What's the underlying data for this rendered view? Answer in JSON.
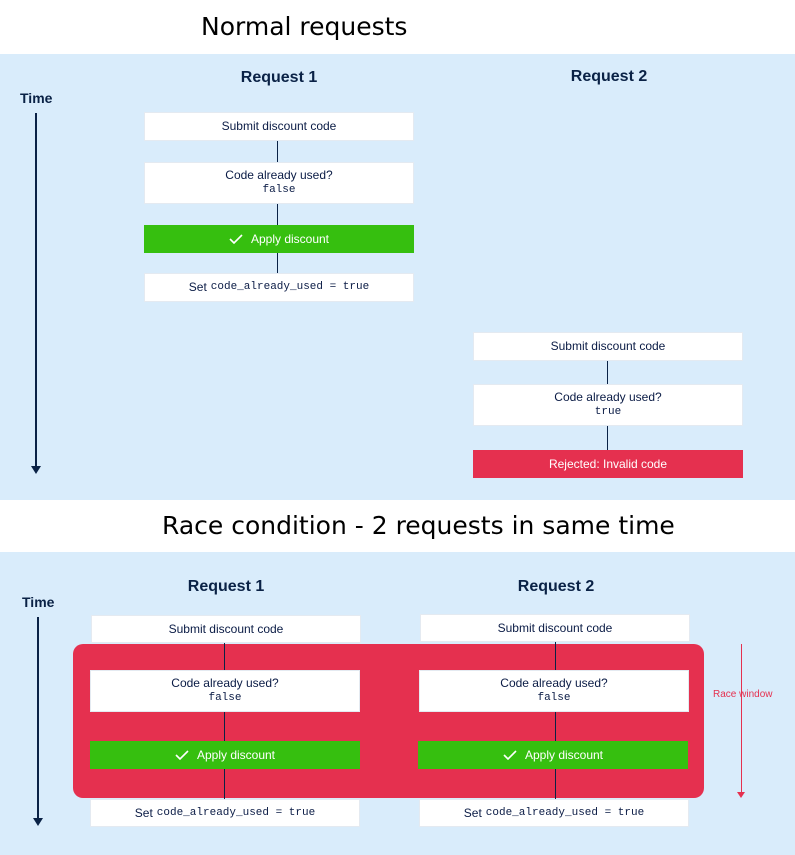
{
  "colors": {
    "panel": "#d9ecfb",
    "navy": "#0a2246",
    "green": "#36bf0f",
    "red": "#e5304f"
  },
  "normal": {
    "title": "Normal requests",
    "time_label": "Time",
    "request1": {
      "header": "Request 1",
      "submit": "Submit discount code",
      "check_label": "Code already used?",
      "check_value": "false",
      "apply": "Apply discount",
      "set_prefix": "Set",
      "set_code": "code_already_used = true"
    },
    "request2": {
      "header": "Request 2",
      "submit": "Submit discount code",
      "check_label": "Code already used?",
      "check_value": "true",
      "rejected": "Rejected: Invalid code"
    }
  },
  "race": {
    "title": "Race condition - 2 requests in same time",
    "time_label": "Time",
    "window_label": "Race window",
    "request1": {
      "header": "Request 1",
      "submit": "Submit discount code",
      "check_label": "Code already used?",
      "check_value": "false",
      "apply": "Apply discount",
      "set_prefix": "Set",
      "set_code": "code_already_used = true"
    },
    "request2": {
      "header": "Request 2",
      "submit": "Submit discount code",
      "check_label": "Code already used?",
      "check_value": "false",
      "apply": "Apply discount",
      "set_prefix": "Set",
      "set_code": "code_already_used = true"
    }
  }
}
